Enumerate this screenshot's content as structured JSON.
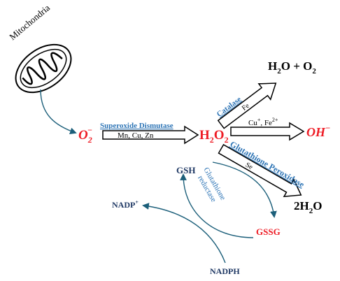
{
  "colors": {
    "red": "#ee1c25",
    "blue": "#2e75b6",
    "navy": "#1f3864",
    "curve": "#1c5f7a",
    "black": "#000000"
  },
  "labels": {
    "mitochondria": "Mitochondria",
    "superoxide": "O",
    "superoxide_sup": "−",
    "superoxide_sub": "2",
    "sod_name": "Superoxide Dismutase",
    "sod_cofactors": "Mn, Cu, Zn",
    "h2o2_h": "H",
    "h2o2_sub1": "2",
    "h2o2_o": "O",
    "h2o2_sub2": "2",
    "catalase": "Catalase",
    "catalase_cofactor": "Fe",
    "h2o_o2_h": "H",
    "h2o_o2_sub": "2",
    "h2o_o2_rest": "O + O",
    "h2o_o2_sub2": "2",
    "fenton_cu": "Cu",
    "fenton_cu_sup": "+",
    "fenton_fe": ", Fe",
    "fenton_fe_sup": "2+",
    "hydroxyl": "OH",
    "hydroxyl_sup": "−",
    "gpx_name": "Glutathione Peroxidase",
    "gpx_cofactor": "Se",
    "water_2h": "2H",
    "water_sub": "2",
    "water_o": "O",
    "gsh": "GSH",
    "gssg": "GSSG",
    "gr_line1": "Glutathione",
    "gr_line2": "reductase",
    "nadp_plus": "NADP",
    "nadp_plus_sup": "+",
    "nadph": "NADPH"
  }
}
